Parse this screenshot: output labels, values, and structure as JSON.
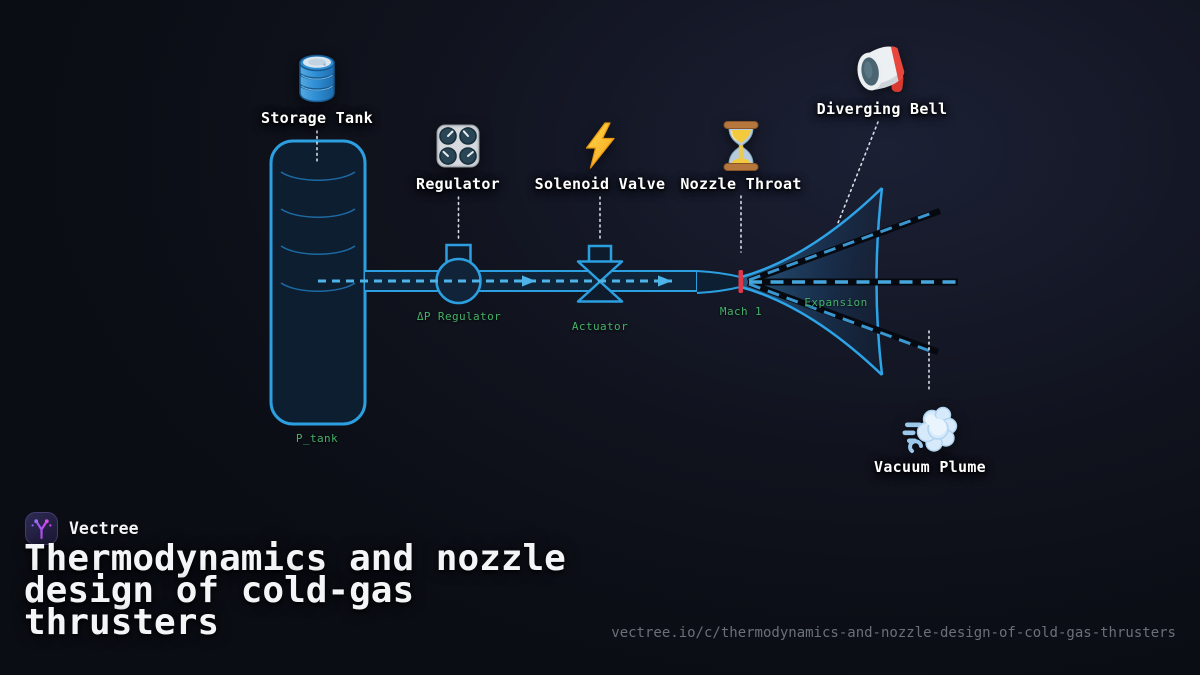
{
  "diagram": {
    "components": [
      {
        "label": "Storage Tank",
        "icon": "oil-drum-icon"
      },
      {
        "label": "Regulator",
        "icon": "control-knobs-icon"
      },
      {
        "label": "Solenoid Valve",
        "icon": "lightning-bolt-icon"
      },
      {
        "label": "Nozzle Throat",
        "icon": "hourglass-icon"
      },
      {
        "label": "Diverging Bell",
        "icon": "megaphone-icon"
      },
      {
        "label": "Vacuum Plume",
        "icon": "wind-puff-icon"
      }
    ],
    "annotations": {
      "tank_pressure": "P_tank",
      "regulator": "ΔP Regulator",
      "actuator": "Actuator",
      "mach": "Mach 1",
      "expansion": "Expansion"
    },
    "colors": {
      "line_blue": "#2b9fe0",
      "flow_blue": "#4db3e8",
      "annotation_green": "#45b269",
      "throat_red": "#e03847",
      "background": "#0b0d14"
    }
  },
  "footer": {
    "brand": "Vectree",
    "title": "Thermodynamics and nozzle design of cold-gas thrusters",
    "url": "vectree.io/c/thermodynamics-and-nozzle-design-of-cold-gas-thrusters"
  }
}
